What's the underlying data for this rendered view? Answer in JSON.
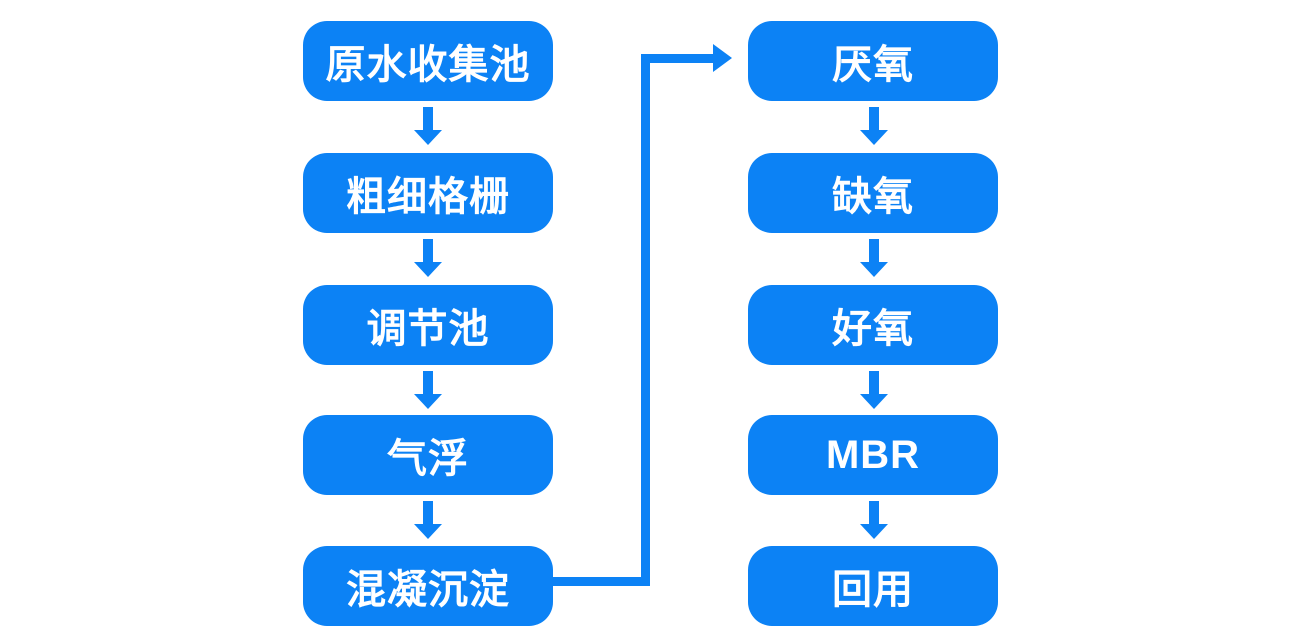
{
  "diagram": {
    "type": "flowchart",
    "background_color": "#ffffff",
    "node_color": "#0c82f5",
    "node_text_color": "#ffffff",
    "left_column": {
      "nodes": [
        {
          "label": "原水收集池"
        },
        {
          "label": "粗细格栅"
        },
        {
          "label": "调节池"
        },
        {
          "label": "气浮"
        },
        {
          "label": "混凝沉淀"
        }
      ]
    },
    "right_column": {
      "nodes": [
        {
          "label": "厌氧"
        },
        {
          "label": "缺氧"
        },
        {
          "label": "好氧"
        },
        {
          "label": "MBR"
        },
        {
          "label": "回用"
        }
      ]
    },
    "connector": {
      "from": "混凝沉淀",
      "to": "厌氧",
      "shape": "right-up-right elbow with arrowhead"
    },
    "flow_order": [
      "原水收集池",
      "粗细格栅",
      "调节池",
      "气浮",
      "混凝沉淀",
      "厌氧",
      "缺氧",
      "好氧",
      "MBR",
      "回用"
    ]
  }
}
